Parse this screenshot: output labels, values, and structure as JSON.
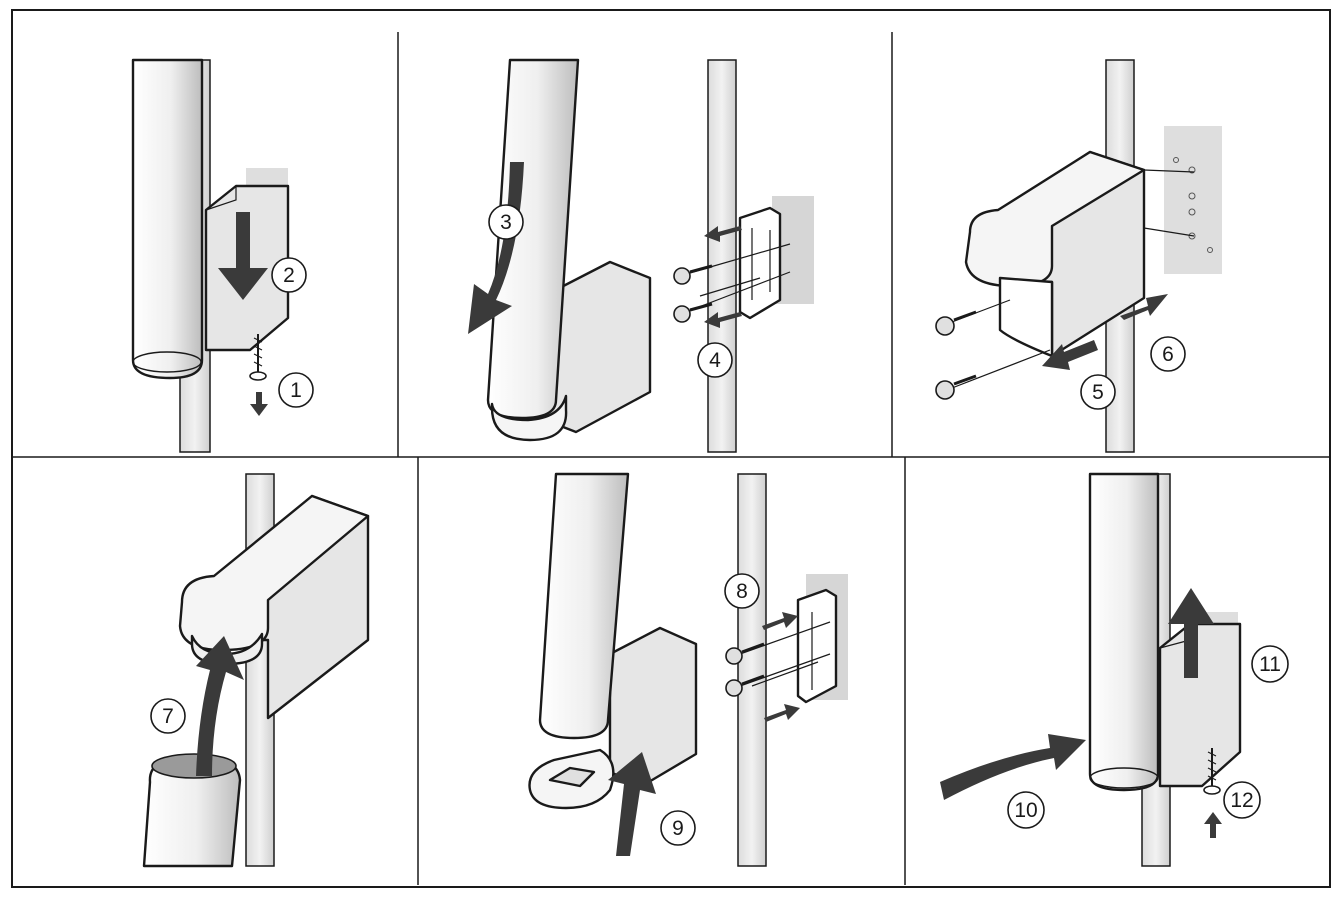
{
  "figure": {
    "type": "hinge-reversal-instructions",
    "panels": [
      {
        "id": "panel-1",
        "steps": [
          "2",
          "1"
        ]
      },
      {
        "id": "panel-2",
        "steps": [
          "3",
          "4"
        ]
      },
      {
        "id": "panel-3",
        "steps": [
          "5",
          "6"
        ]
      },
      {
        "id": "panel-4",
        "steps": [
          "7"
        ]
      },
      {
        "id": "panel-5",
        "steps": [
          "8",
          "9"
        ]
      },
      {
        "id": "panel-6",
        "steps": [
          "11",
          "10",
          "12"
        ]
      }
    ]
  },
  "steps": {
    "s1": "1",
    "s2": "2",
    "s3": "3",
    "s4": "4",
    "s5": "5",
    "s6": "6",
    "s7": "7",
    "s8": "8",
    "s9": "9",
    "s10": "10",
    "s11": "11",
    "s12": "12"
  },
  "colors": {
    "outline": "#1a1a1a",
    "arrow": "#3a3a3a",
    "part_fill": "#e6e6e6",
    "part_light": "#f5f5f5",
    "plate": "#d6d6d6",
    "background": "#ffffff"
  },
  "icons": [
    "screw-icon",
    "arrow-icon",
    "hinge-bracket-icon",
    "door-edge-icon"
  ]
}
